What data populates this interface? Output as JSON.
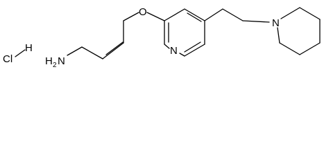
{
  "molecule": {
    "salt_label": "Cl",
    "hydrogen_label": "H",
    "amine_label": "H",
    "amine_subscript": "2",
    "amine_element": "N",
    "ether_oxygen": "O",
    "pyridine_nitrogen": "N",
    "piperidine_nitrogen": "N"
  }
}
